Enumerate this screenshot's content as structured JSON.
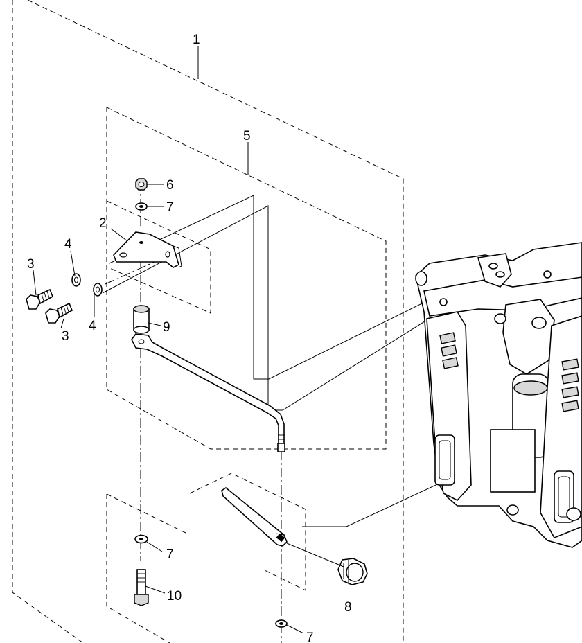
{
  "callouts": {
    "c1": "1",
    "c2": "2",
    "c3a": "3",
    "c3b": "3",
    "c4a": "4",
    "c4b": "4",
    "c5": "5",
    "c6": "6",
    "c7a": "7",
    "c7b": "7",
    "c7c": "7",
    "c8": "8",
    "c9": "9",
    "c10": "10"
  }
}
